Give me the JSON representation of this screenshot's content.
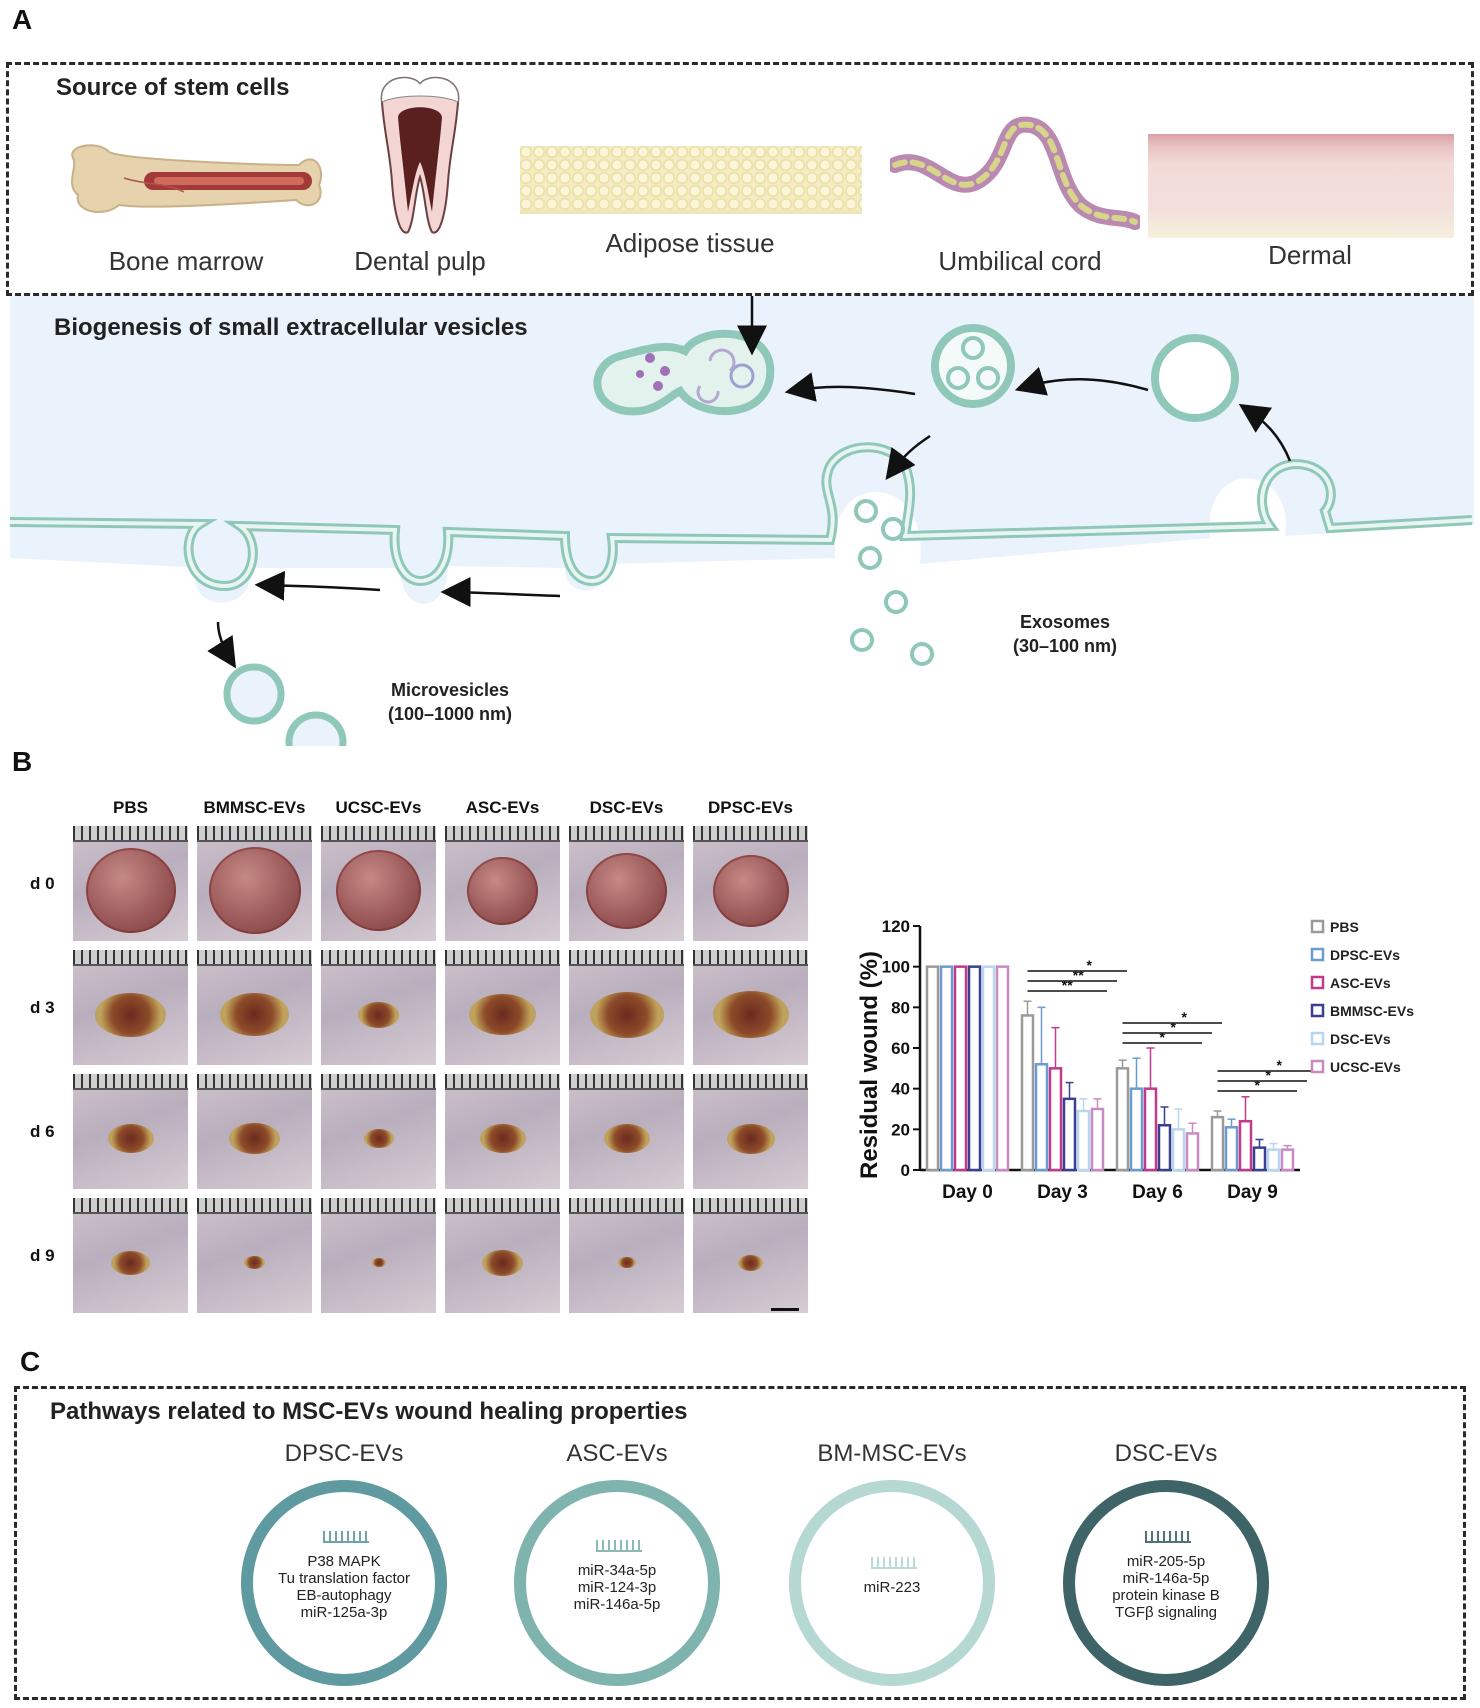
{
  "panel_a": {
    "letter": "A",
    "source_title": "Source of stem cells",
    "sources": [
      "Bone marrow",
      "Dental pulp",
      "Adipose tissue",
      "Umbilical cord",
      "Dermal"
    ],
    "biogenesis_title": "Biogenesis of small extracellular vesicles",
    "exosomes_name": "Exosomes",
    "exosomes_size": "(30–100 nm)",
    "microvesicles_name": "Microvesicles",
    "microvesicles_size": "(100–1000 nm)"
  },
  "panel_b": {
    "letter": "B",
    "groups": [
      "PBS",
      "BMMSC-EVs",
      "UCSC-EVs",
      "ASC-EVs",
      "DSC-EVs",
      "DPSC-EVs"
    ],
    "days": [
      "d 0",
      "d 3",
      "d 6",
      "d 9"
    ],
    "wound_sizes": [
      [
        0.78,
        0.8,
        0.74,
        0.62,
        0.7,
        0.66
      ],
      [
        0.62,
        0.6,
        0.36,
        0.58,
        0.64,
        0.66
      ],
      [
        0.4,
        0.44,
        0.26,
        0.4,
        0.4,
        0.42
      ],
      [
        0.34,
        0.18,
        0.12,
        0.36,
        0.16,
        0.22
      ]
    ]
  },
  "chart_data": {
    "type": "bar",
    "ylabel": "Residual wound (%)",
    "xlabel": "",
    "ylim": [
      0,
      120
    ],
    "yticks": [
      0,
      20,
      40,
      60,
      80,
      100,
      120
    ],
    "categories": [
      "Day 0",
      "Day 3",
      "Day 6",
      "Day 9"
    ],
    "legend_position": "right",
    "series": [
      {
        "name": "PBS",
        "color": "#9a9a9a",
        "values": [
          100,
          76,
          50,
          26
        ],
        "errors": [
          0,
          7,
          4,
          3
        ]
      },
      {
        "name": "DPSC-EVs",
        "color": "#6b9bd1",
        "values": [
          100,
          52,
          40,
          21
        ],
        "errors": [
          0,
          28,
          15,
          4
        ]
      },
      {
        "name": "ASC-EVs",
        "color": "#c23a8a",
        "values": [
          100,
          50,
          40,
          24
        ],
        "errors": [
          0,
          20,
          20,
          12
        ]
      },
      {
        "name": "BMMSC-EVs",
        "color": "#3a3f8f",
        "values": [
          100,
          35,
          22,
          11
        ],
        "errors": [
          0,
          8,
          9,
          4
        ]
      },
      {
        "name": "DSC-EVs",
        "color": "#b9d6ef",
        "values": [
          100,
          29,
          20,
          10
        ],
        "errors": [
          0,
          6,
          10,
          3
        ]
      },
      {
        "name": "UCSC-EVs",
        "color": "#c98ac4",
        "values": [
          100,
          30,
          18,
          10
        ],
        "errors": [
          0,
          5,
          5,
          2
        ]
      }
    ],
    "significance": [
      "**",
      "**",
      "*",
      "*",
      "*",
      "*",
      "*",
      "*",
      "*"
    ]
  },
  "panel_c": {
    "letter": "C",
    "title": "Pathways related to MSC-EVs wound healing properties",
    "circles": [
      {
        "name": "DPSC-EVs",
        "color": "#5e9aa0",
        "lines": [
          "P38 MAPK",
          "Tu translation factor",
          "EB-autophagy",
          "miR-125a-3p"
        ]
      },
      {
        "name": "ASC-EVs",
        "color": "#7fb3ad",
        "lines": [
          "miR-34a-5p",
          "miR-124-3p",
          "miR-146a-5p"
        ]
      },
      {
        "name": "BM-MSC-EVs",
        "color": "#b5d8d3",
        "lines": [
          "miR-223"
        ]
      },
      {
        "name": "DSC-EVs",
        "color": "#3f6468",
        "lines": [
          "miR-205-5p",
          "miR-146a-5p",
          "protein kinase B",
          "TGFβ signaling"
        ]
      }
    ]
  }
}
